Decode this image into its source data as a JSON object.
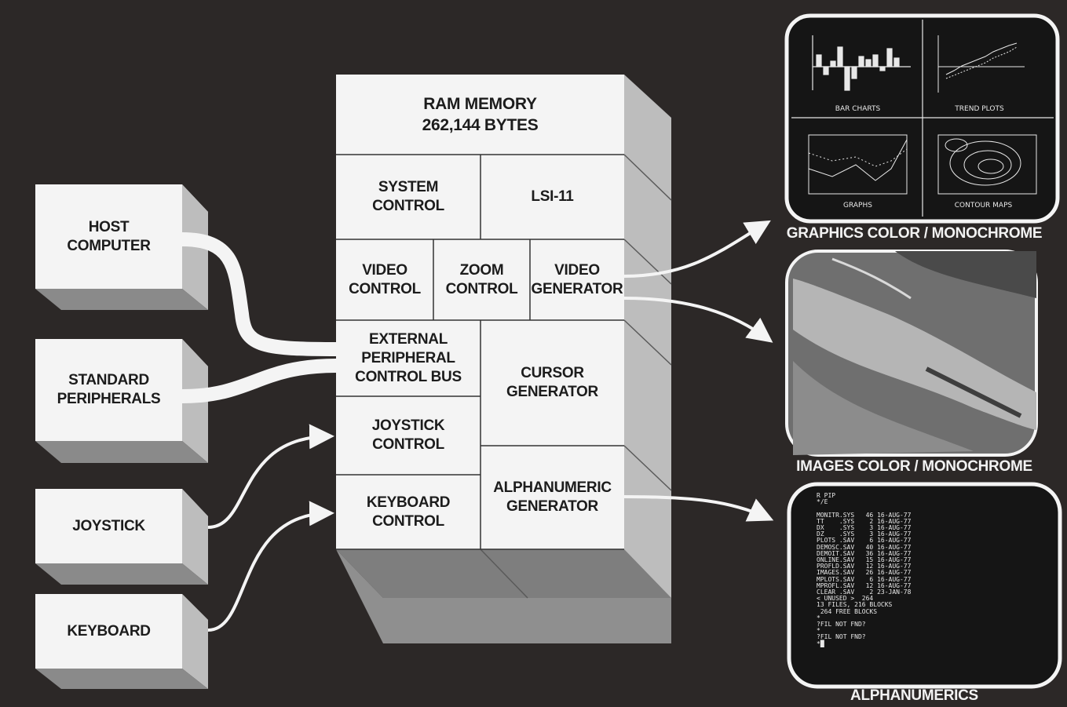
{
  "inputs": {
    "host_computer": "HOST\nCOMPUTER",
    "standard_peripherals": "STANDARD\nPERIPHERALS",
    "joystick": "JOYSTICK",
    "keyboard": "KEYBOARD"
  },
  "modules": {
    "ram_memory": "RAM MEMORY\n262,144 BYTES",
    "system_control": "SYSTEM\nCONTROL",
    "lsi11": "LSI-11",
    "video_control": "VIDEO\nCONTROL",
    "zoom_control": "ZOOM\nCONTROL",
    "video_generator": "VIDEO\nGENERATOR",
    "external_bus": "EXTERNAL\nPERIPHERAL\nCONTROL BUS",
    "cursor_generator": "CURSOR\nGENERATOR",
    "joystick_control": "JOYSTICK\nCONTROL",
    "keyboard_control": "KEYBOARD\nCONTROL",
    "alphanumeric_generator": "ALPHANUMERIC\nGENERATOR"
  },
  "outputs": {
    "graphics_caption": "GRAPHICS COLOR / MONOCHROME",
    "images_caption": "IMAGES COLOR / MONOCHROME",
    "alphanumerics_caption": "ALPHANUMERICS",
    "graphics_panels": [
      "BAR CHARTS",
      "TREND PLOTS",
      "GRAPHS",
      "CONTOUR MAPS"
    ],
    "terminal_lines": [
      "R PIP",
      "*/E",
      "",
      "MONITR.SYS   46 16-AUG-77",
      "TT    .SYS    2 16-AUG-77",
      "DX    .SYS    3 16-AUG-77",
      "DZ    .SYS    3 16-AUG-77",
      "PLOTS .SAV    6 16-AUG-77",
      "DEMOSC.SAV   40 16-AUG-77",
      "DEMOIT.SAV   36 16-AUG-77",
      "ONLINE.SAV   15 16-AUG-77",
      "PROFLD.SAV   12 16-AUG-77",
      "IMAGES.SAV   26 16-AUG-77",
      "MPLOTS.SAV    6 16-AUG-77",
      "MPROFL.SAV   12 16-AUG-77",
      "CLEAR .SAV    2 23-JAN-78",
      "< UNUSED >  264",
      "13 FILES, 216 BLOCKS",
      " 264 FREE BLOCKS",
      "*",
      "?FIL NOT FND?",
      "*",
      "?FIL NOT FND?",
      "*█"
    ]
  },
  "colors": {
    "background": "#2c2827",
    "box_face": "#f4f4f4",
    "box_side": "#bdbdbd",
    "box_bottom": "#8a8a8a",
    "screen": "#151515"
  }
}
